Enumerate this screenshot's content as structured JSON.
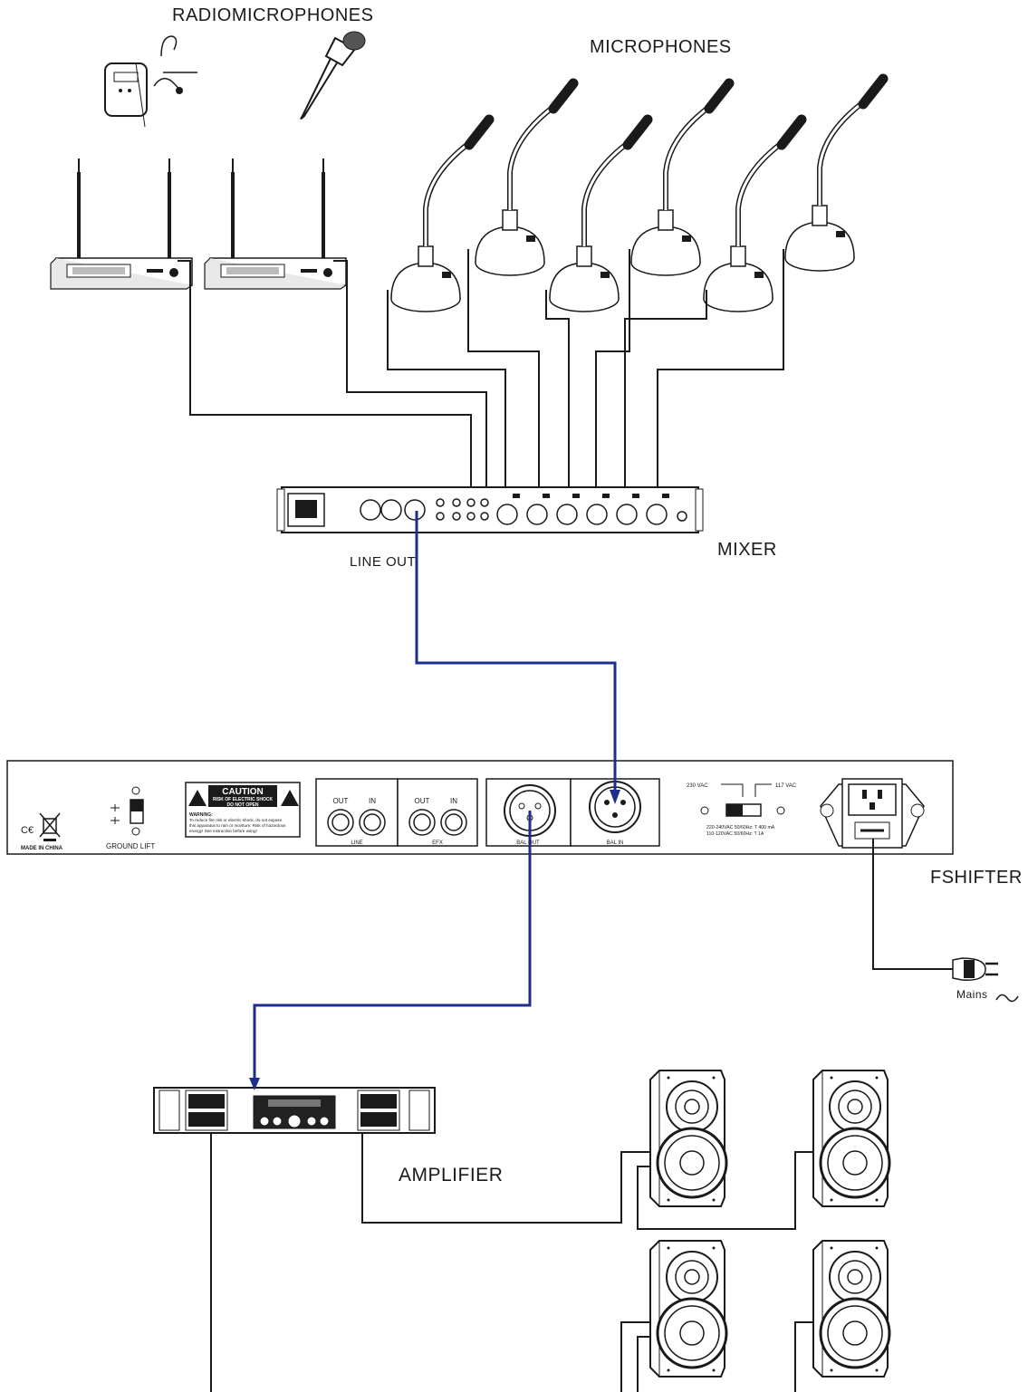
{
  "labels": {
    "radiomicrophones": "RADIOMICROPHONES",
    "microphones": "MICROPHONES",
    "mixer": "MIXER",
    "line_out": "LINE OUT",
    "fshifter": "FSHIFTER",
    "amplifier": "AMPLIFIER",
    "mains": "Mains"
  },
  "fshifter_panel": {
    "made_in_china": "MADE IN CHINA",
    "ground_lift": "GROUND  LIFT",
    "caution": "CAUTION",
    "caution_sub1": "RISK OF ELECTRIC SHOCK",
    "caution_sub2": "DO NOT OPEN",
    "warning_title": "WARNING:",
    "warning_l1": "To reduce fire risk or electric shock, do not expose",
    "warning_l2": "this apparatus to rain or moisture. Risk of hazardous",
    "warning_l3": "energy! See instruction before using!",
    "out": "OUT",
    "in": "IN",
    "line": "LINE",
    "efx": "EFX",
    "bal_out": "BAL OUT",
    "bal_in": "BAL IN",
    "v230": "230 VAC",
    "v117": "117 VAC",
    "spec1": "220-240VAC  50/60Hz: T 400 mA",
    "spec2": "110-120VAC  50/60Hz: T  1A"
  },
  "colors": {
    "ink": "#1a1a1a",
    "signal_cable": "#1c2f8a",
    "panel_fill": "#ffffff"
  }
}
